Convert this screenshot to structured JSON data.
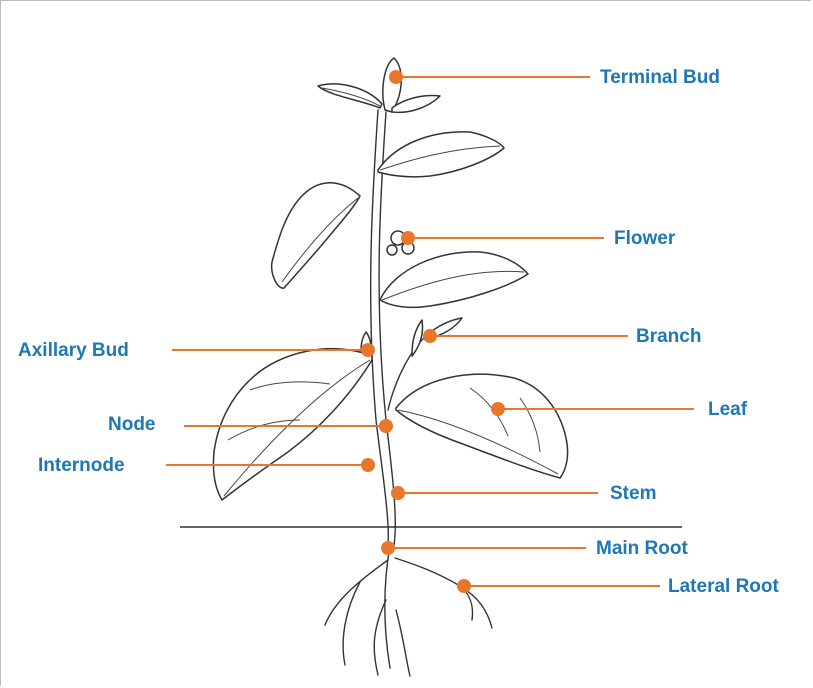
{
  "labels": {
    "terminal_bud": "Terminal Bud",
    "flower": "Flower",
    "branch": "Branch",
    "axillary_bud": "Axillary Bud",
    "leaf": "Leaf",
    "node": "Node",
    "internode": "Internode",
    "stem": "Stem",
    "main_root": "Main Root",
    "lateral_root": "Lateral Root"
  },
  "colors": {
    "label_text": "#1e78b4",
    "leader_line": "#e8772c",
    "drawing": "#333333"
  }
}
